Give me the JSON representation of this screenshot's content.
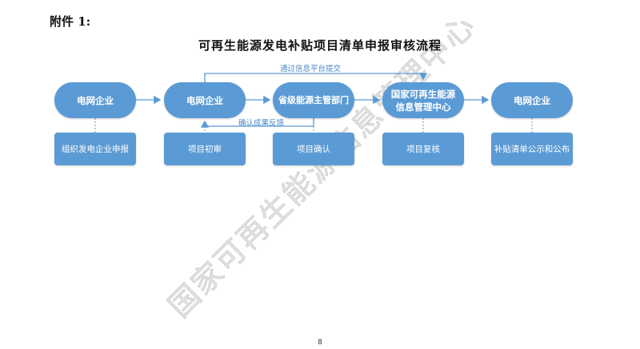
{
  "attachment": "附件 1:",
  "title": "可再生能源发电补贴项目清单申报审核流程",
  "watermark": "国家可再生能源信息管理中心",
  "nodes": [
    "电网企业",
    "电网企业",
    "省级能源主管部门",
    "国家可再生能源信息管理中心",
    "电网企业"
  ],
  "node4_lines": [
    "国家可再生能源",
    "信息管理中心"
  ],
  "steps": [
    "组织发电企业申报",
    "项目初审",
    "项目确认",
    "项目复核",
    "补贴清单公示和公布"
  ],
  "labels": {
    "submit": "通过信息平台提交",
    "feedback": "确认成果反馈"
  },
  "page_number": "8",
  "colors": {
    "accent": "#5b9bd5"
  }
}
